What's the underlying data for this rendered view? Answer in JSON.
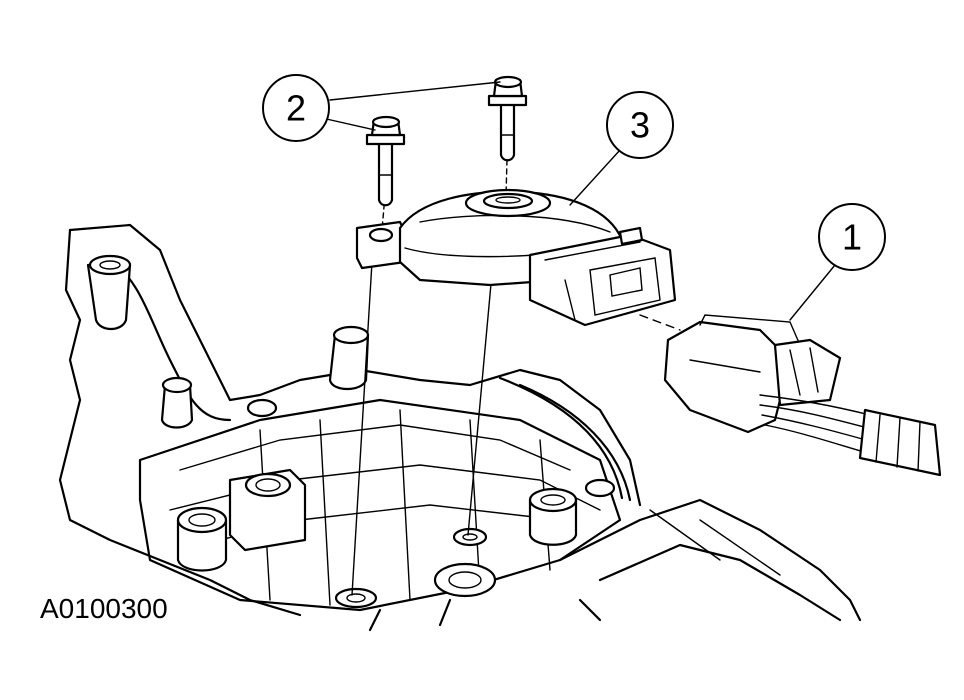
{
  "figure": {
    "id_label": "A0100300",
    "callouts": [
      {
        "number": "1",
        "part": "connector-icon"
      },
      {
        "number": "2",
        "part": "bolt-icon"
      },
      {
        "number": "3",
        "part": "range-sensor-icon"
      }
    ]
  }
}
